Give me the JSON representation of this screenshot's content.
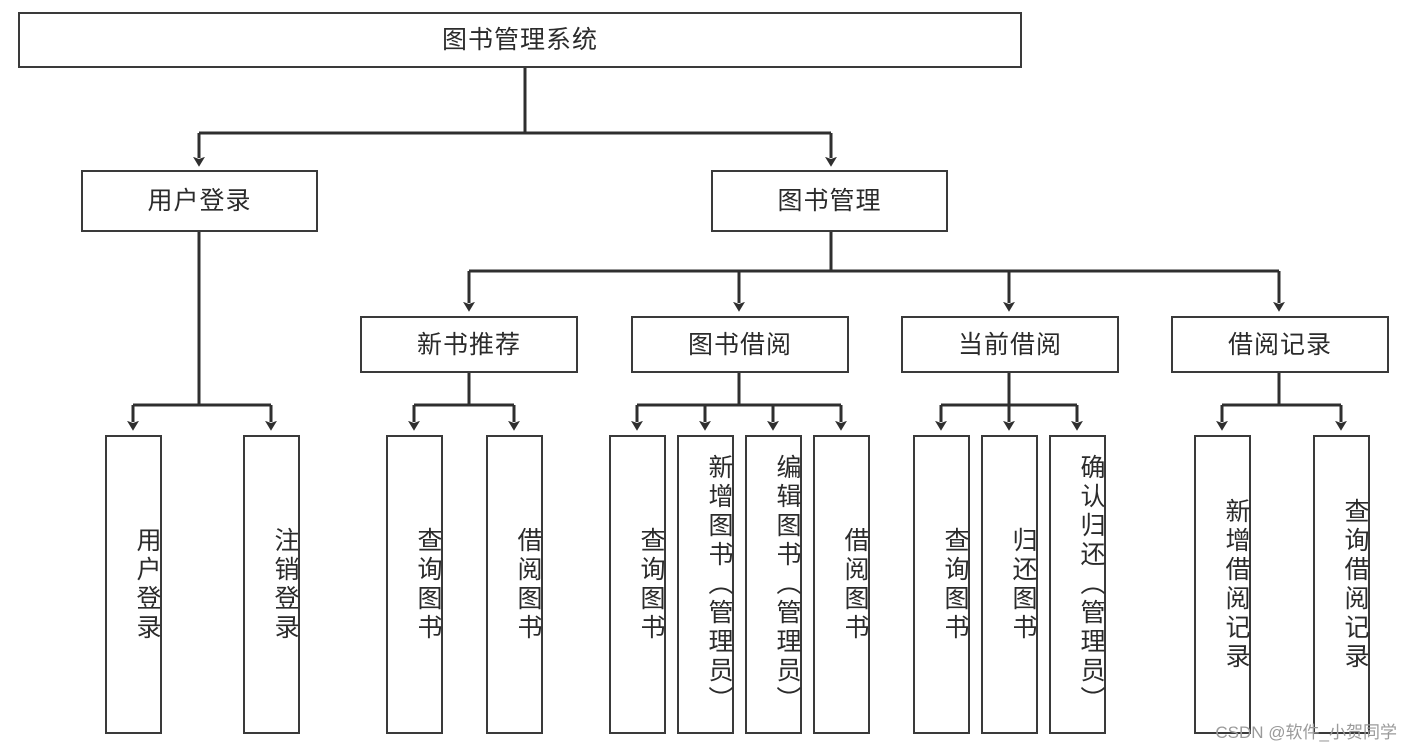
{
  "diagram": {
    "type": "tree-hierarchy",
    "orientation": "top-down",
    "stroke_color": "#3a3a3a",
    "fill_color": "#ffffff",
    "text_color": "#2b2b2b",
    "root": {
      "id": "root",
      "label": "图书管理系统"
    },
    "level2": [
      {
        "id": "user-login",
        "label": "用户登录"
      },
      {
        "id": "book-management",
        "label": "图书管理"
      }
    ],
    "level3": [
      {
        "id": "new-book-recommend",
        "label": "新书推荐",
        "parent": "book-management"
      },
      {
        "id": "book-borrow",
        "label": "图书借阅",
        "parent": "book-management"
      },
      {
        "id": "current-borrow",
        "label": "当前借阅",
        "parent": "book-management"
      },
      {
        "id": "borrow-record",
        "label": "借阅记录",
        "parent": "book-management"
      }
    ],
    "leaves": [
      {
        "id": "leaf-user-login",
        "label": "用户登录",
        "parent": "user-login"
      },
      {
        "id": "leaf-logout-login",
        "label": "注销登录",
        "parent": "user-login"
      },
      {
        "id": "leaf-query-book-recommend",
        "label": "查询图书",
        "parent": "new-book-recommend"
      },
      {
        "id": "leaf-borrow-book-recommend",
        "label": "借阅图书",
        "parent": "new-book-recommend"
      },
      {
        "id": "leaf-query-book-borrow",
        "label": "查询图书",
        "parent": "book-borrow"
      },
      {
        "id": "leaf-add-book-admin",
        "label": "新增图书（管理员）",
        "parent": "book-borrow"
      },
      {
        "id": "leaf-edit-book-admin",
        "label": "编辑图书（管理员）",
        "parent": "book-borrow"
      },
      {
        "id": "leaf-borrow-book",
        "label": "借阅图书",
        "parent": "book-borrow"
      },
      {
        "id": "leaf-query-book-current",
        "label": "查询图书",
        "parent": "current-borrow"
      },
      {
        "id": "leaf-return-book",
        "label": "归还图书",
        "parent": "current-borrow"
      },
      {
        "id": "leaf-confirm-return-admin",
        "label": "确认归还（管理员）",
        "parent": "current-borrow"
      },
      {
        "id": "leaf-add-borrow-record",
        "label": "新增借阅记录",
        "parent": "borrow-record"
      },
      {
        "id": "leaf-query-borrow-record",
        "label": "查询借阅记录",
        "parent": "borrow-record"
      }
    ]
  },
  "watermark": {
    "text": "CSDN @软件_小贺同学"
  }
}
